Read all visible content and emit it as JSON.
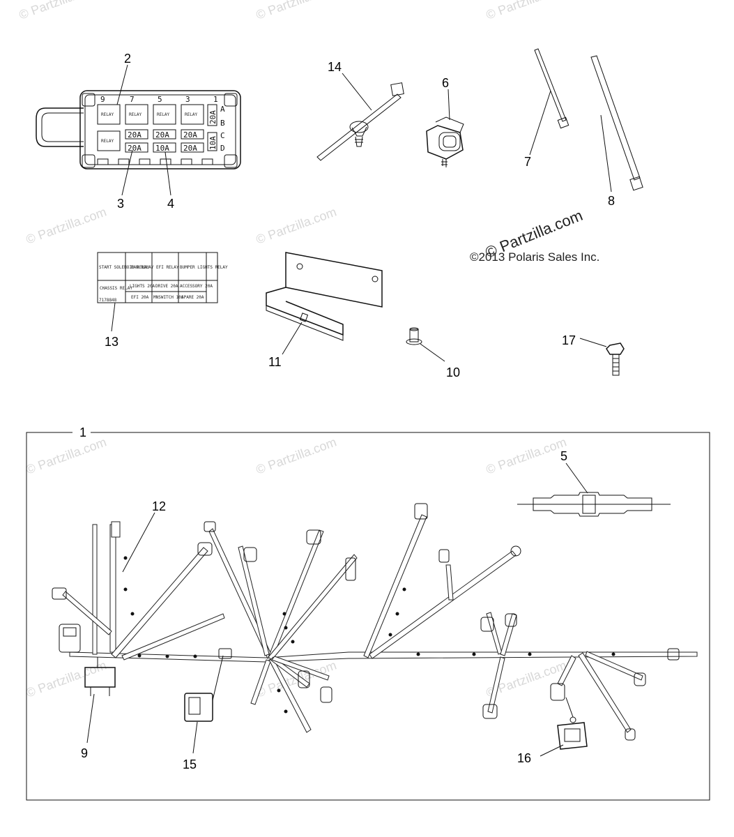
{
  "watermark": "© Partzilla.com",
  "copyright": "©2013 Polaris Sales Inc.",
  "callouts": {
    "c1": "1",
    "c2": "2",
    "c3": "3",
    "c4": "4",
    "c5": "5",
    "c6": "6",
    "c7": "7",
    "c8": "8",
    "c9": "9",
    "c10": "10",
    "c11": "11",
    "c12": "12",
    "c13": "13",
    "c14": "14",
    "c15": "15",
    "c16": "16",
    "c17": "17"
  },
  "fuse_box": {
    "top_numbers": [
      "9",
      "7",
      "5",
      "3",
      "1"
    ],
    "side_letters": [
      "A",
      "B",
      "C",
      "D"
    ],
    "relay_label": "RELAY",
    "fuses": [
      "20A",
      "20A",
      "20A",
      "20A",
      "10A",
      "20A"
    ],
    "side_fuses": [
      "20A",
      "10A"
    ]
  },
  "label_13": {
    "row1": [
      "START SOLENOID RELAY",
      "FAN RELAY",
      "EFI RELAY",
      "BUMPER LIGHTS RELAY"
    ],
    "row2a": [
      "LIGHTS 20A",
      "DRIVE 20A",
      "ACCESSORY 20A"
    ],
    "row2b": [
      "EFI 20A",
      "MNSWITCH 10A",
      "SPARE 20A"
    ],
    "chassis": "CHASSIS RELAY",
    "partno": "7178848"
  }
}
